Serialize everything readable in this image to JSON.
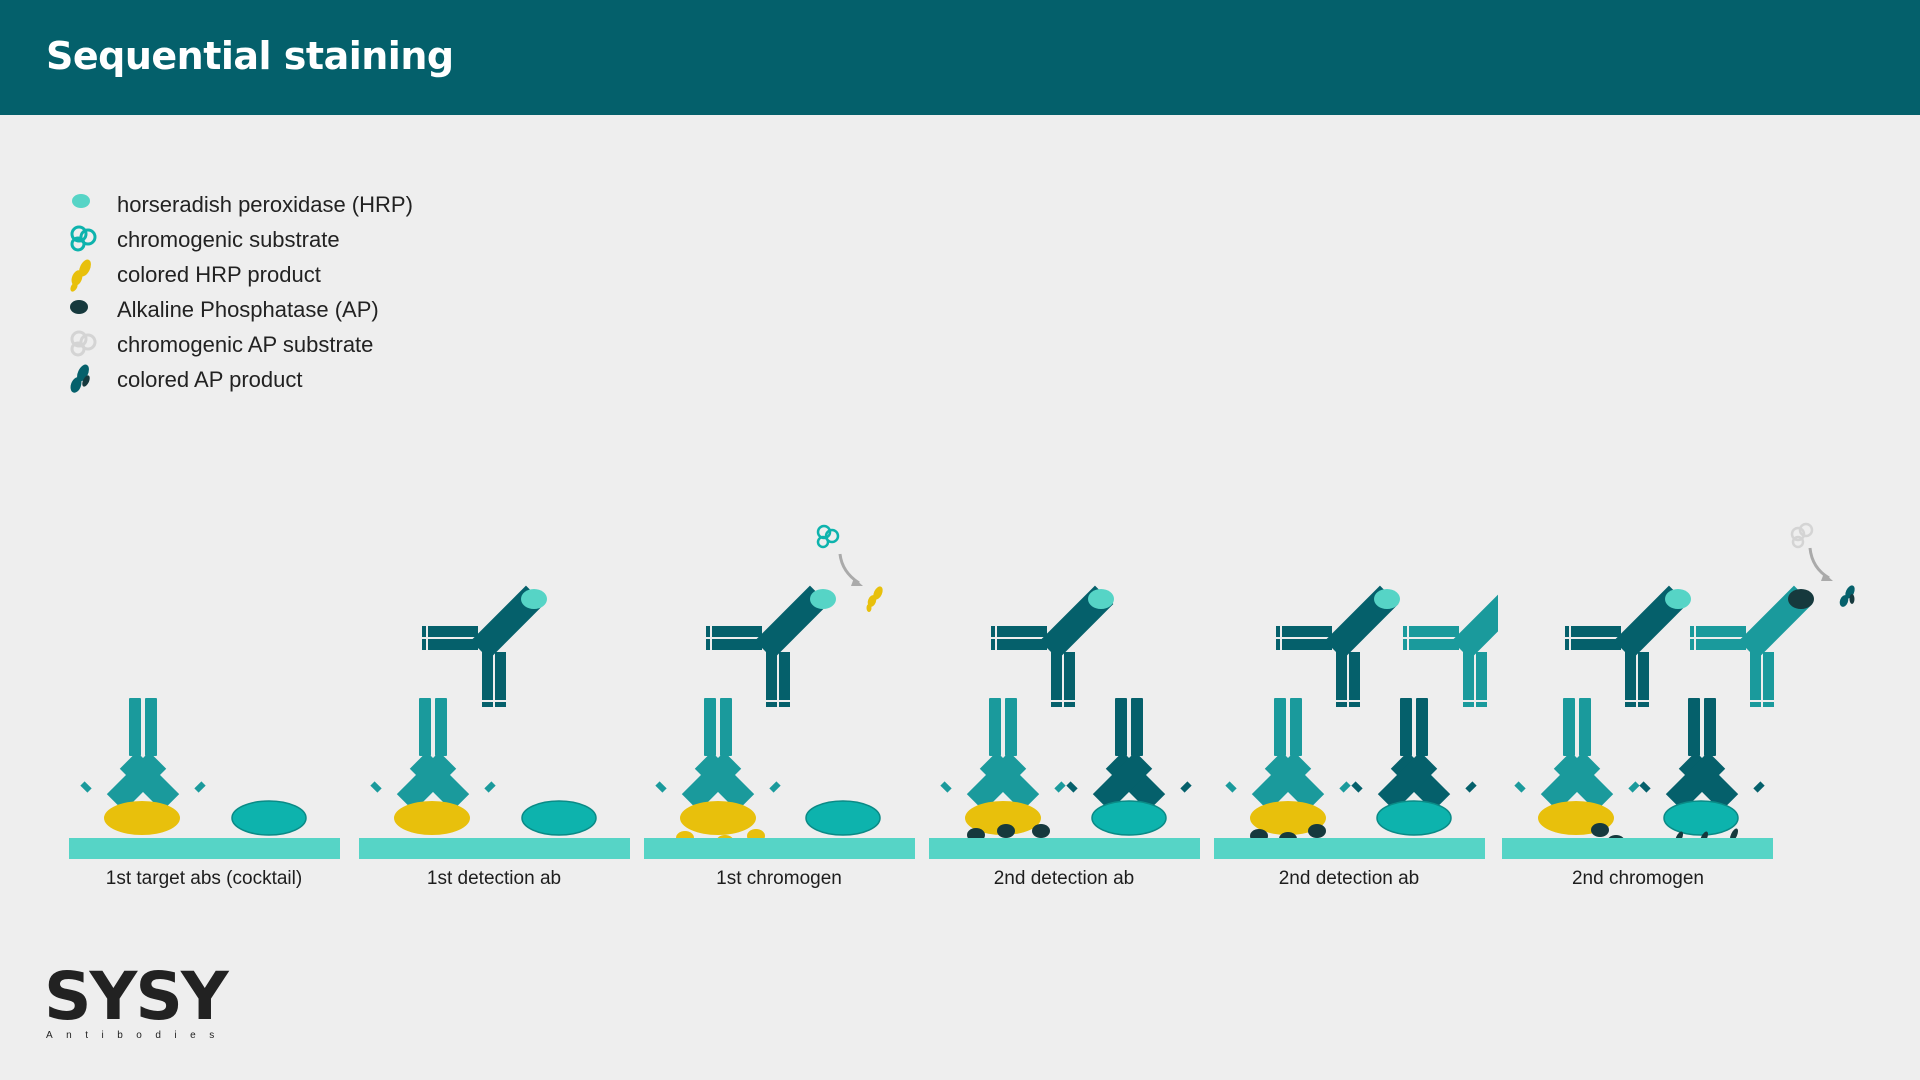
{
  "header": {
    "title": "Sequential staining",
    "color": "#04606b"
  },
  "legend": [
    {
      "icon": "hrp-icon",
      "label": "horseradish peroxidase (HRP)"
    },
    {
      "icon": "chromogenic-substrate-icon",
      "label": "chromogenic substrate"
    },
    {
      "icon": "colored-hrp-product-icon",
      "label": "colored HRP product"
    },
    {
      "icon": "ap-icon",
      "label": "Alkaline Phosphatase (AP)"
    },
    {
      "icon": "chromogenic-ap-substrate-icon",
      "label": "chromogenic AP substrate"
    },
    {
      "icon": "colored-ap-product-icon",
      "label": "colored AP product"
    }
  ],
  "steps": [
    {
      "label": "1st target abs (cocktail)"
    },
    {
      "label": "1st detection ab"
    },
    {
      "label": "1st chromogen"
    },
    {
      "label": "2nd detection ab"
    },
    {
      "label": "2nd detection ab"
    },
    {
      "label": "2nd chromogen"
    }
  ],
  "colors": {
    "teal_light": "#56d4c6",
    "teal_mid": "#1a9a9c",
    "teal_dark": "#05606b",
    "teal_oval": "#0db3ad",
    "yellow": "#e8c00c",
    "ap_dark": "#16393d",
    "substrate_gray": "#d4d4d4"
  },
  "logo": {
    "brand": "SYSY",
    "tagline": "Antibodies"
  }
}
